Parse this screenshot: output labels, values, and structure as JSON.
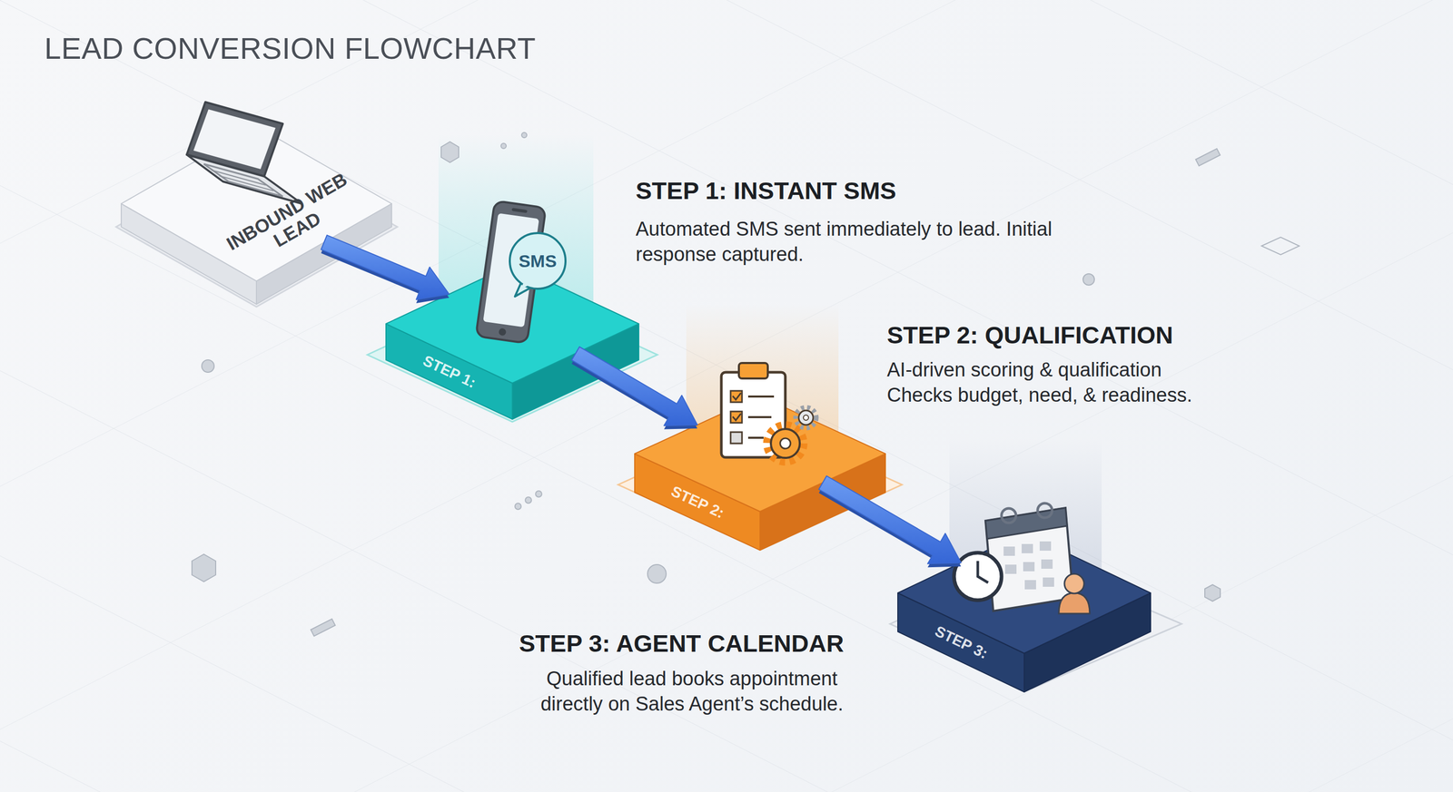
{
  "diagram": {
    "title": "LEAD CONVERSION FLOWCHART",
    "nodes": [
      {
        "text": [
          "INBOUND WEB LEAD"
        ]
      },
      {
        "text": [
          "STEP 1:",
          "STEP 1: INSTANT SMS",
          "Automated SMS sent immediately to lead. Initial response captured."
        ]
      },
      {
        "text": [
          "STEP 2:",
          "STEP 2: QUALIFICATION",
          "AI-driven scoring & qualification Checks budget, need, & readiness."
        ]
      },
      {
        "text": [
          "STEP 3:",
          "STEP 3: AGENT CALENDAR",
          "Qualified lead books appointment directly on Sales Agent’s schedule."
        ]
      }
    ],
    "edges": [
      {
        "from": 0,
        "to": 1,
        "arrow": "to"
      },
      {
        "from": 1,
        "to": 2,
        "arrow": "to"
      },
      {
        "from": 2,
        "to": 3,
        "arrow": "to"
      }
    ],
    "labels": [
      "SMS"
    ]
  }
}
